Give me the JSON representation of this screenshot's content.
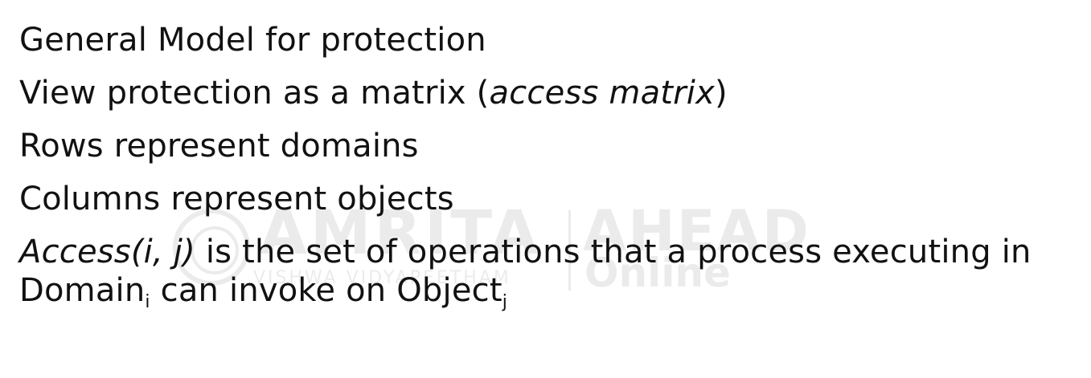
{
  "lines": [
    "General Model for protection",
    "View protection as a matrix (",
    "access matrix",
    ")",
    "Rows represent domains",
    "Columns represent objects"
  ],
  "access_line": {
    "italic_part": "Access(i, j)",
    "rest": " is the set of operations that a process executing in",
    "line2_start": "Domain",
    "sub_i": "i",
    "line2_mid": " can invoke on Object",
    "sub_j": "j"
  },
  "watermark": {
    "left_word": "AMRITA",
    "left_sub": "VISHWA VIDYAPEETHAM",
    "right_word": "AHEAD",
    "right_sub": "Online"
  }
}
